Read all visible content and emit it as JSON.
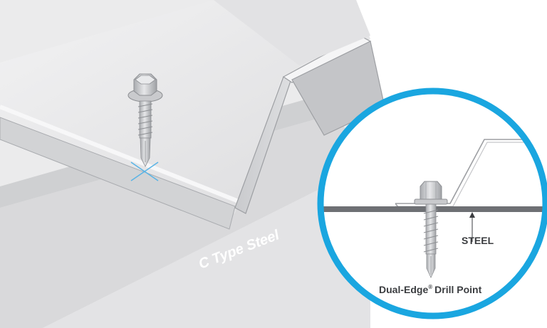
{
  "labels": {
    "beam": "C Type Steel",
    "material": "STEEL",
    "drill_point": "Dual-Edge",
    "drill_point_mark": "®",
    "drill_point_suffix": "Drill Point"
  },
  "colors": {
    "background": "#ffffff",
    "steel_light": "#e9e9ea",
    "steel_mid": "#d6d6d8",
    "steel_dark": "#b8b9bc",
    "outline": "#9d9fa3",
    "screw": "#c7c8cb",
    "screw_dark": "#8e9094",
    "callout_ring": "#1aa6e0",
    "target_mark": "#5ab4e6",
    "text_dark": "#3b3d40",
    "text_beam": "#ffffff"
  },
  "icons": {
    "fastener": "self-drilling-screw-icon",
    "crosshair": "crosshair-mark-icon"
  }
}
